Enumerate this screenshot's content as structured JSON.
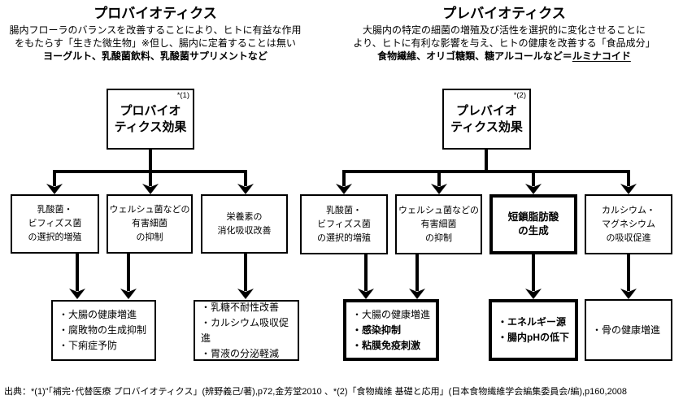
{
  "probiotics": {
    "title": "プロバイオティクス",
    "description": "腸内フローラのバランスを改善することにより、ヒトに有益な作用\nをもたらす「生きた微生物」※但し、腸内に定着することは無い",
    "examples": "ヨーグルト、乳酸菌飲料、乳酸菌サプリメントなど",
    "flow": {
      "root_ref": "*(1)",
      "root_label": "プロバイオ\nティクス効果",
      "effects": [
        "乳酸菌・\nビフィズス菌\nの選択的増殖",
        "ウェルシュ菌などの\n有害細菌\nの抑制",
        "栄養素の\n消化吸収改善"
      ],
      "outcomes": [
        "・大腸の健康増進\n・腐敗物の生成抑制\n・下痢症予防",
        "・乳糖不耐性改善\n・カルシウム吸収促進\n・胃液の分泌軽減"
      ]
    }
  },
  "prebiotics": {
    "title": "プレバイオティクス",
    "description": "大腸内の特定の細菌の増殖及び活性を選択的に変化させることに\nより、ヒトに有利な影響を与え、ヒトの健康を改善する「食品成分」",
    "examples_prefix": "食物繊維、オリゴ糖類、糖アルコールなど＝",
    "examples_underlined": "ルミナコイド",
    "flow": {
      "root_ref": "*(2)",
      "root_label": "プレバイオ\nティクス効果",
      "effects": [
        "乳酸菌・\nビフィズス菌\nの選択的増殖",
        "ウェルシュ菌などの\n有害細菌\nの抑制",
        "短鎖脂肪酸\nの生成",
        "カルシウム・\nマグネシウム\nの吸収促進"
      ],
      "outcome1_normal": "・大腸の健康増進",
      "outcome1_bold": "・感染抑制\n・粘膜免疫刺激",
      "outcome2": "・エネルギー源\n・腸内pHの低下",
      "outcome3": "・骨の健康増進"
    }
  },
  "footer": {
    "source": "出典：*(1)”「補完･代替医療 プロバイオティクス」(辨野義己/著),p72,金芳堂2010 、*(2)「食物繊維 基礎と応用」(日本食物繊維学会編集委員会/編),p160,2008"
  },
  "colors": {
    "ink": "#000000",
    "background": "#ffffff"
  }
}
